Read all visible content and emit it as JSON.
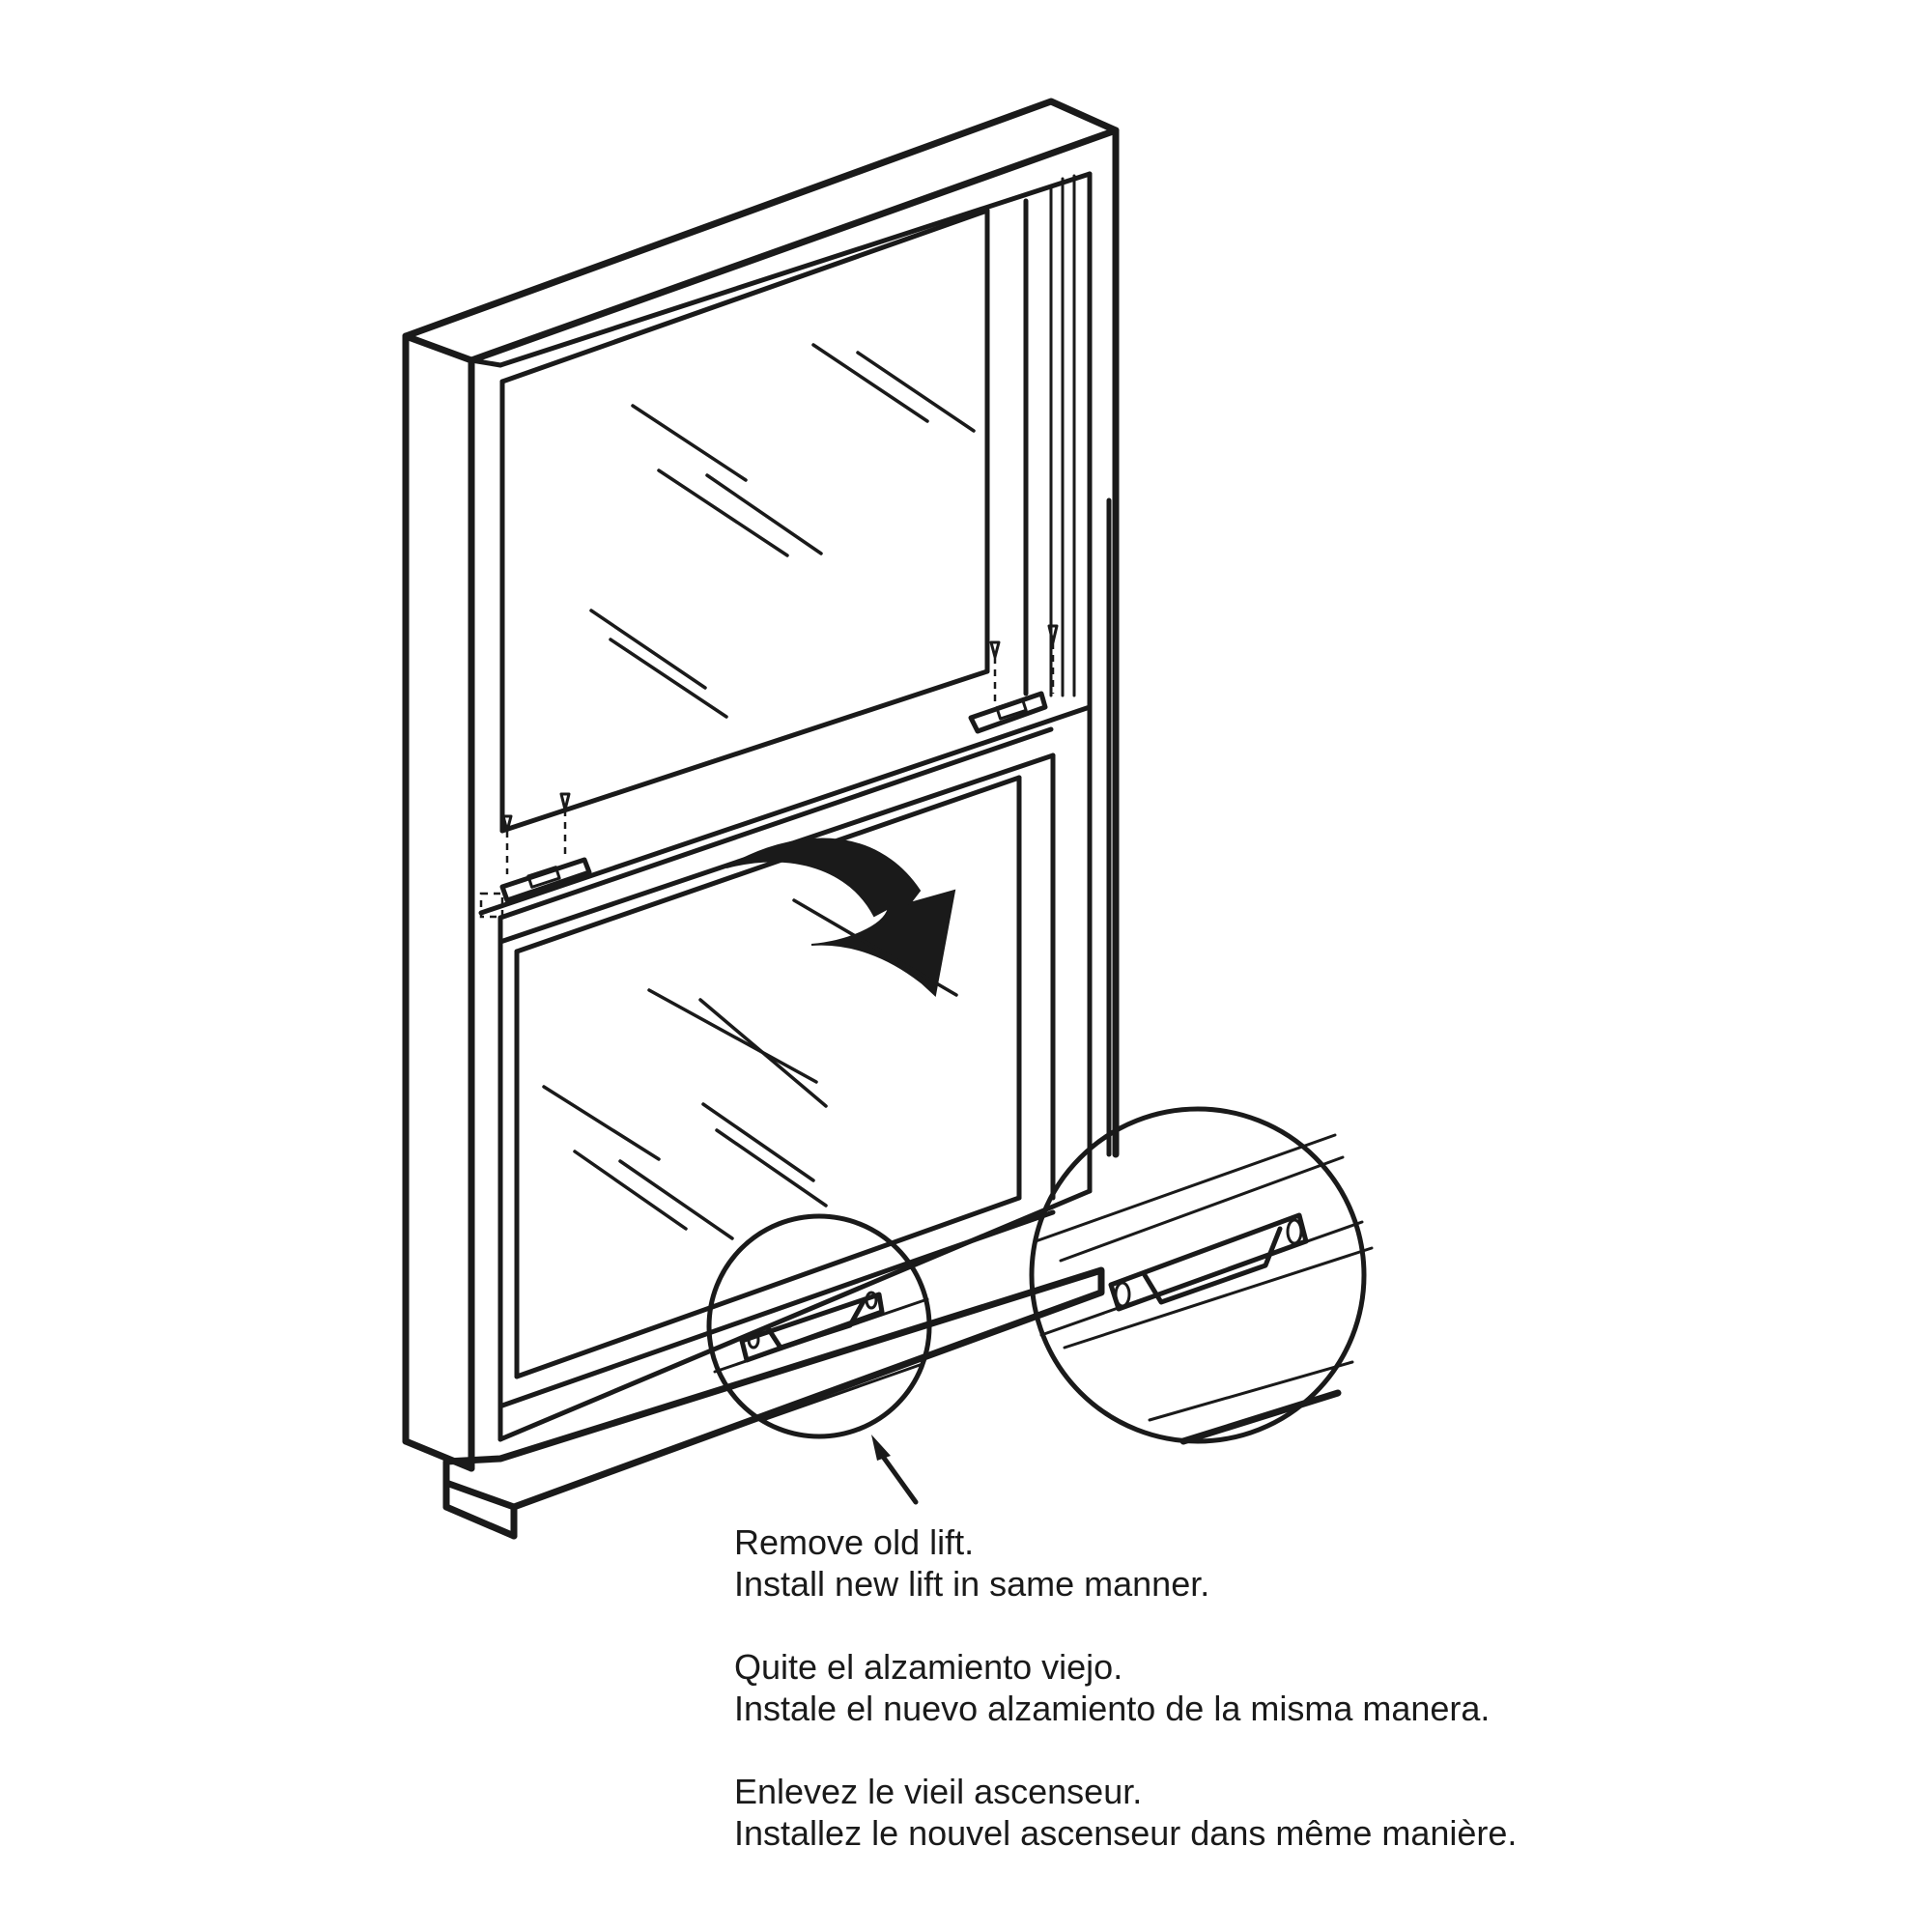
{
  "instructions": [
    {
      "language": "English",
      "lines": [
        "Remove old lift.",
        "Install new lift in same manner."
      ]
    },
    {
      "language": "Spanish",
      "lines": [
        "Quite el alzamiento viejo.",
        "Instale el nuevo alzamiento de la misma manera."
      ]
    },
    {
      "language": "French",
      "lines": [
        "Enlevez le vieil ascenseur.",
        "Installez le nouvel ascenseur dans même manière."
      ]
    }
  ],
  "colors": {
    "line": "#1a1a1a",
    "background": "#ffffff"
  }
}
